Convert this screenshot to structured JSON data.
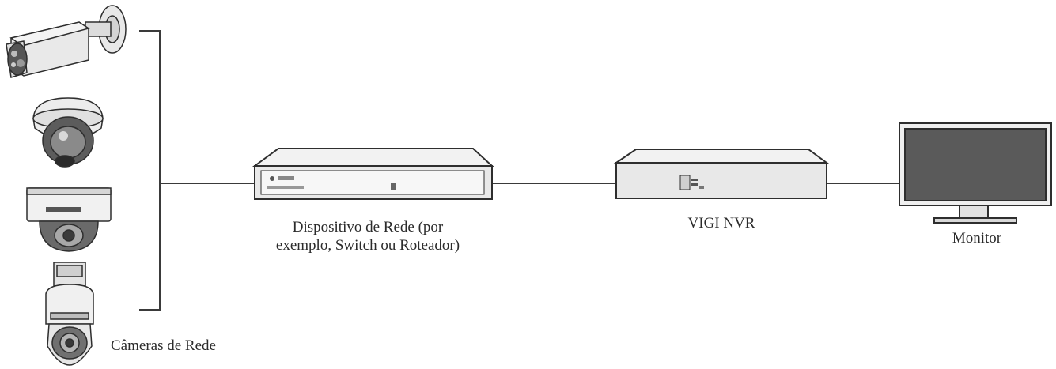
{
  "labels": {
    "cameras": "Câmeras de Rede",
    "network_device_line1": "Dispositivo de Rede (por",
    "network_device_line2": "exemplo, Switch ou Roteador)",
    "nvr": "VIGI NVR",
    "monitor": "Monitor"
  },
  "devices": [
    {
      "name": "bullet-camera-icon"
    },
    {
      "name": "turret-camera-icon"
    },
    {
      "name": "dome-camera-icon"
    },
    {
      "name": "ptz-camera-icon"
    },
    {
      "name": "network-switch-icon"
    },
    {
      "name": "nvr-icon"
    },
    {
      "name": "monitor-icon"
    }
  ],
  "colors": {
    "line": "#3a3a3a",
    "device_body": "#e6e6e6",
    "device_edge": "#2e2e2e",
    "screen": "#5a5a5a",
    "text": "#2b2b2b"
  }
}
